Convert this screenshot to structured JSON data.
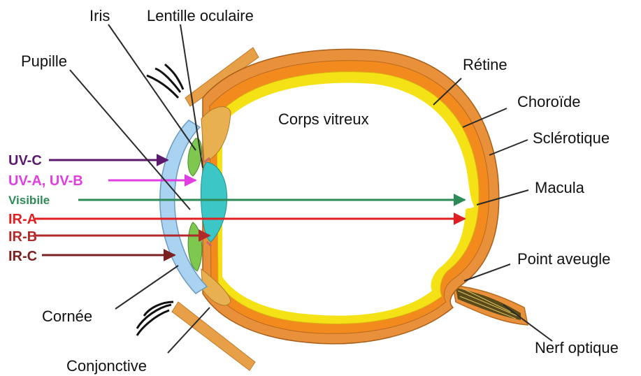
{
  "labels": {
    "iris": "Iris",
    "lens": "Lentille oculaire",
    "pupil": "Pupille",
    "retina": "Rétine",
    "choroid": "Choroïde",
    "vitreous": "Corps vitreux",
    "sclera": "Sclérotique",
    "macula": "Macula",
    "blind_spot": "Point aveugle",
    "cornea": "Cornée",
    "optic_nerve": "Nerf optique",
    "conjunctiva": "Conjonctive"
  },
  "rays": [
    {
      "label": "UV-C",
      "color": "#5b1a6e"
    },
    {
      "label": "UV-A, UV-B",
      "color": "#e03ee0"
    },
    {
      "label": "Visibile",
      "color": "#2e8b57"
    },
    {
      "label": "IR-A",
      "color": "#e02020"
    },
    {
      "label": "IR-B",
      "color": "#b02a2a"
    },
    {
      "label": "IR-C",
      "color": "#7a2020"
    }
  ],
  "colors": {
    "sclera": "#e8903a",
    "choroid": "#f28a1e",
    "retina": "#f5e216",
    "cornea": "#a9d3f0",
    "lens": "#3cc6c6",
    "iris": "#7ec850",
    "ciliary": "#e8b050"
  }
}
